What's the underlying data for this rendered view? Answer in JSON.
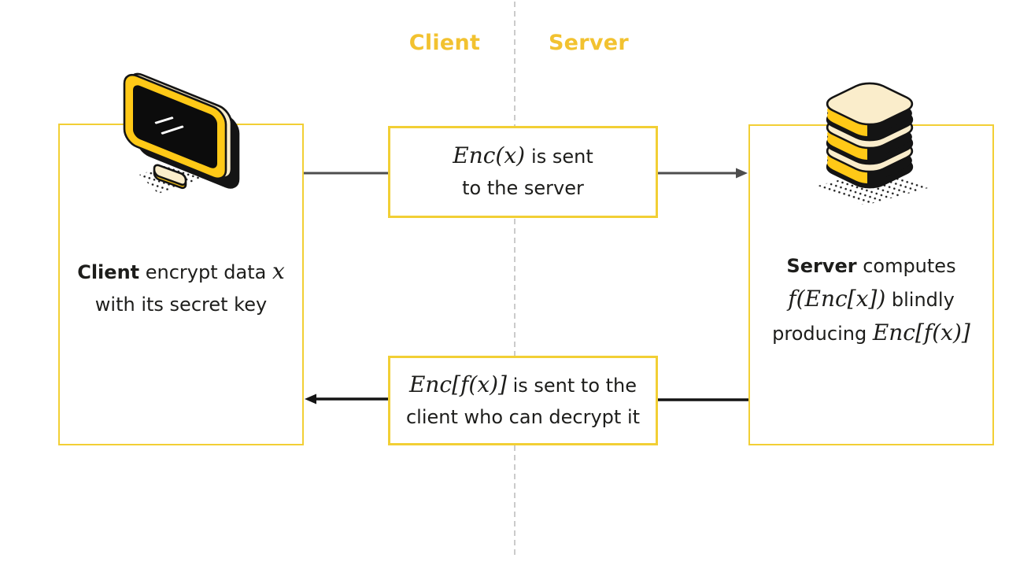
{
  "header": {
    "client_label": "Client",
    "server_label": "Server"
  },
  "client_panel": {
    "icon": "monitor-icon",
    "line1_bold": "Client",
    "line1_text": " encrypt data ",
    "line1_math": "x",
    "line2": "with its secret key"
  },
  "server_panel": {
    "icon": "database-stack-icon",
    "line1_bold": "Server",
    "line1_text": " computes",
    "line2_math": "f(Enc[x])",
    "line2_text": " blindly",
    "line3_text": "producing ",
    "line3_math": "Enc[f(x)]"
  },
  "message_top": {
    "math": "Enc(x)",
    "text_after": "is sent",
    "line2": "to the server",
    "direction": "client-to-server"
  },
  "message_bottom": {
    "math": "Enc[f(x)]",
    "text_after": " is sent to the",
    "line2": "client who can decrypt it",
    "direction": "server-to-client"
  },
  "colors": {
    "background": "#FFFFFF",
    "box_border_yellow": "#F2CF35",
    "column_label_gold": "#F2C230",
    "icon_yellow": "#FFC917",
    "icon_cream": "#FAEDCB",
    "icon_outline_black": "#141414",
    "arrow_grey": "#4D4D4D",
    "arrow_black": "#141414",
    "divider_grey": "#CBCBCB",
    "text_ink": "#1D1D1B"
  }
}
